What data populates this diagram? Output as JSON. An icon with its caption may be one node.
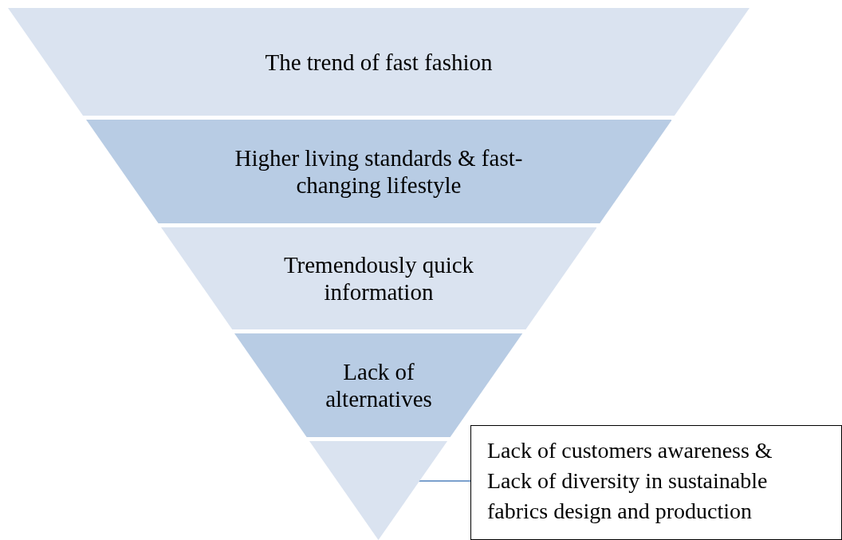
{
  "diagram": {
    "nodes": [
      {
        "text": [
          "The trend of fast fashion"
        ]
      },
      {
        "text": [
          "Higher living standards & fast-changing lifestyle"
        ]
      },
      {
        "text": [
          "Tremendously quick information"
        ]
      },
      {
        "text": [
          "Lack of alternatives"
        ]
      },
      {
        "text": [],
        "shape": "triangle"
      },
      {
        "text": [
          "Lack of customers awareness & Lack of diversity in sustainable fabrics design and production"
        ]
      }
    ],
    "edges": [
      {
        "from": 5,
        "to": 4,
        "arrow": "none"
      }
    ]
  }
}
